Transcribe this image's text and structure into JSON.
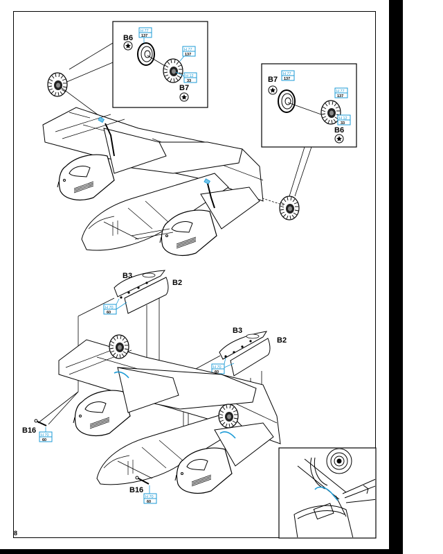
{
  "page": {
    "number": "8",
    "accent_color": "#1a9ad6"
  },
  "detail_box_left": {
    "parts": [
      {
        "label": "B6",
        "icon": "glue-star-icon"
      },
      {
        "label": "B7",
        "icon": "glue-star-icon"
      }
    ],
    "paint_codes": [
      {
        "code": "H 77",
        "number": "137"
      },
      {
        "code": "H 77",
        "number": "137"
      },
      {
        "code": "H 12",
        "number": "33"
      }
    ]
  },
  "detail_box_right": {
    "parts": [
      {
        "label": "B7",
        "icon": "glue-star-icon"
      },
      {
        "label": "B6",
        "icon": "glue-star-icon"
      }
    ],
    "paint_codes": [
      {
        "code": "H 77",
        "number": "137"
      },
      {
        "code": "H 77",
        "number": "137"
      },
      {
        "code": "H 12",
        "number": "33"
      }
    ]
  },
  "step_lower": {
    "labels": {
      "b3_left": "B3",
      "b2_left": "B2",
      "b3_right": "B3",
      "b2_right": "B2",
      "b16_left": "B16",
      "b16_right": "B16"
    },
    "paint_codes": [
      {
        "code": "H 70",
        "number": "60"
      },
      {
        "code": "H 70",
        "number": "60"
      },
      {
        "code": "H 70",
        "number": "60"
      },
      {
        "code": "H 70",
        "number": "60"
      }
    ]
  }
}
